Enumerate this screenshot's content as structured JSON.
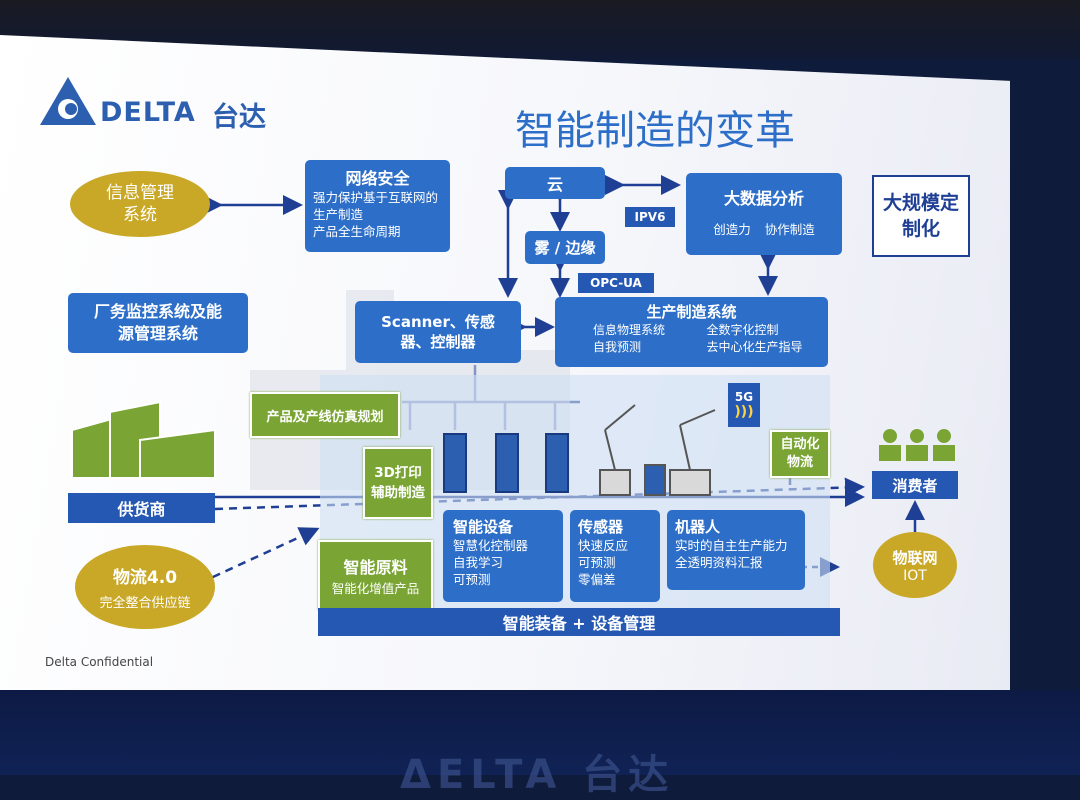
{
  "logo": {
    "brand": "DELTA",
    "cn": "台达"
  },
  "title": "智能制造的变革",
  "footer": "Delta Confidential",
  "bottom_strip_brand": "ΔELTA 台达",
  "nodes": {
    "info_mgmt": "信息管理系统",
    "network_security": {
      "title": "网络安全",
      "items": [
        "强力保护基于互联网的生产制造",
        "产品全生命周期"
      ]
    },
    "cloud": "云",
    "fog_edge": "雾 / 边缘",
    "ipv6": "IPV6",
    "opc_ua": "OPC-UA",
    "big_data": {
      "title": "大数据分析",
      "items": [
        "创造力",
        "协作制造"
      ]
    },
    "mass_custom": "大规模定制化",
    "factory_monitor": "厂务监控系统及能源管理系统",
    "scanner": "Scanner、传感器、控制器",
    "production_system": {
      "title": "生产制造系统",
      "items": [
        "信息物理系统",
        "全数字化控制",
        "自我预测",
        "去中心化生产指导"
      ]
    },
    "simulation": "产品及产线仿真规划",
    "printing_3d": "3D打印辅助制造",
    "badge_5g": "5G",
    "auto_logistics": "自动化物流",
    "consumer": "消费者",
    "supplier": "供货商",
    "logistics40": {
      "title": "物流4.0",
      "sub": "完全整合供应链"
    },
    "smart_materials": {
      "title": "智能原料",
      "sub": "智能化增值产品"
    },
    "smart_devices": {
      "title": "智能设备",
      "items": [
        "智慧化控制器",
        "自我学习",
        "可预测"
      ]
    },
    "sensors": {
      "title": "传感器",
      "items": [
        "快速反应",
        "可预测",
        "零偏差"
      ]
    },
    "robots": {
      "title": "机器人",
      "items": [
        "实时的自主生产能力",
        "全透明资料汇报"
      ]
    },
    "iot": {
      "title": "物联网",
      "sub": "IOT"
    },
    "equipment_mgmt": "智能装备 + 设备管理"
  },
  "colors": {
    "blue": "#2d6fc8",
    "green": "#7aa534",
    "gold": "#c9a827",
    "navy": "#1f3f95"
  }
}
